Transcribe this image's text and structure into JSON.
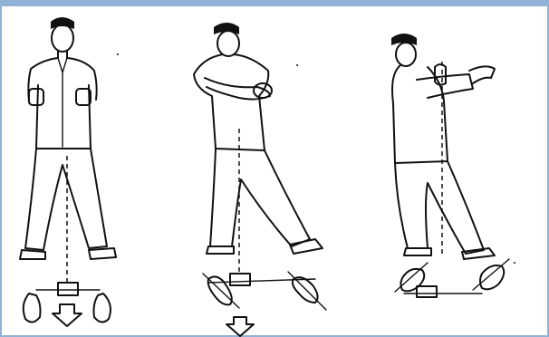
{
  "figure": {
    "panels": [
      {
        "id": "panel-1",
        "icon": "tai-chi-ready-stance"
      },
      {
        "id": "panel-2",
        "icon": "tai-chi-turning-stance"
      },
      {
        "id": "panel-3",
        "icon": "tai-chi-push-stance"
      }
    ],
    "frame_color": "#8fb2d6",
    "ink_color": "#111111"
  }
}
